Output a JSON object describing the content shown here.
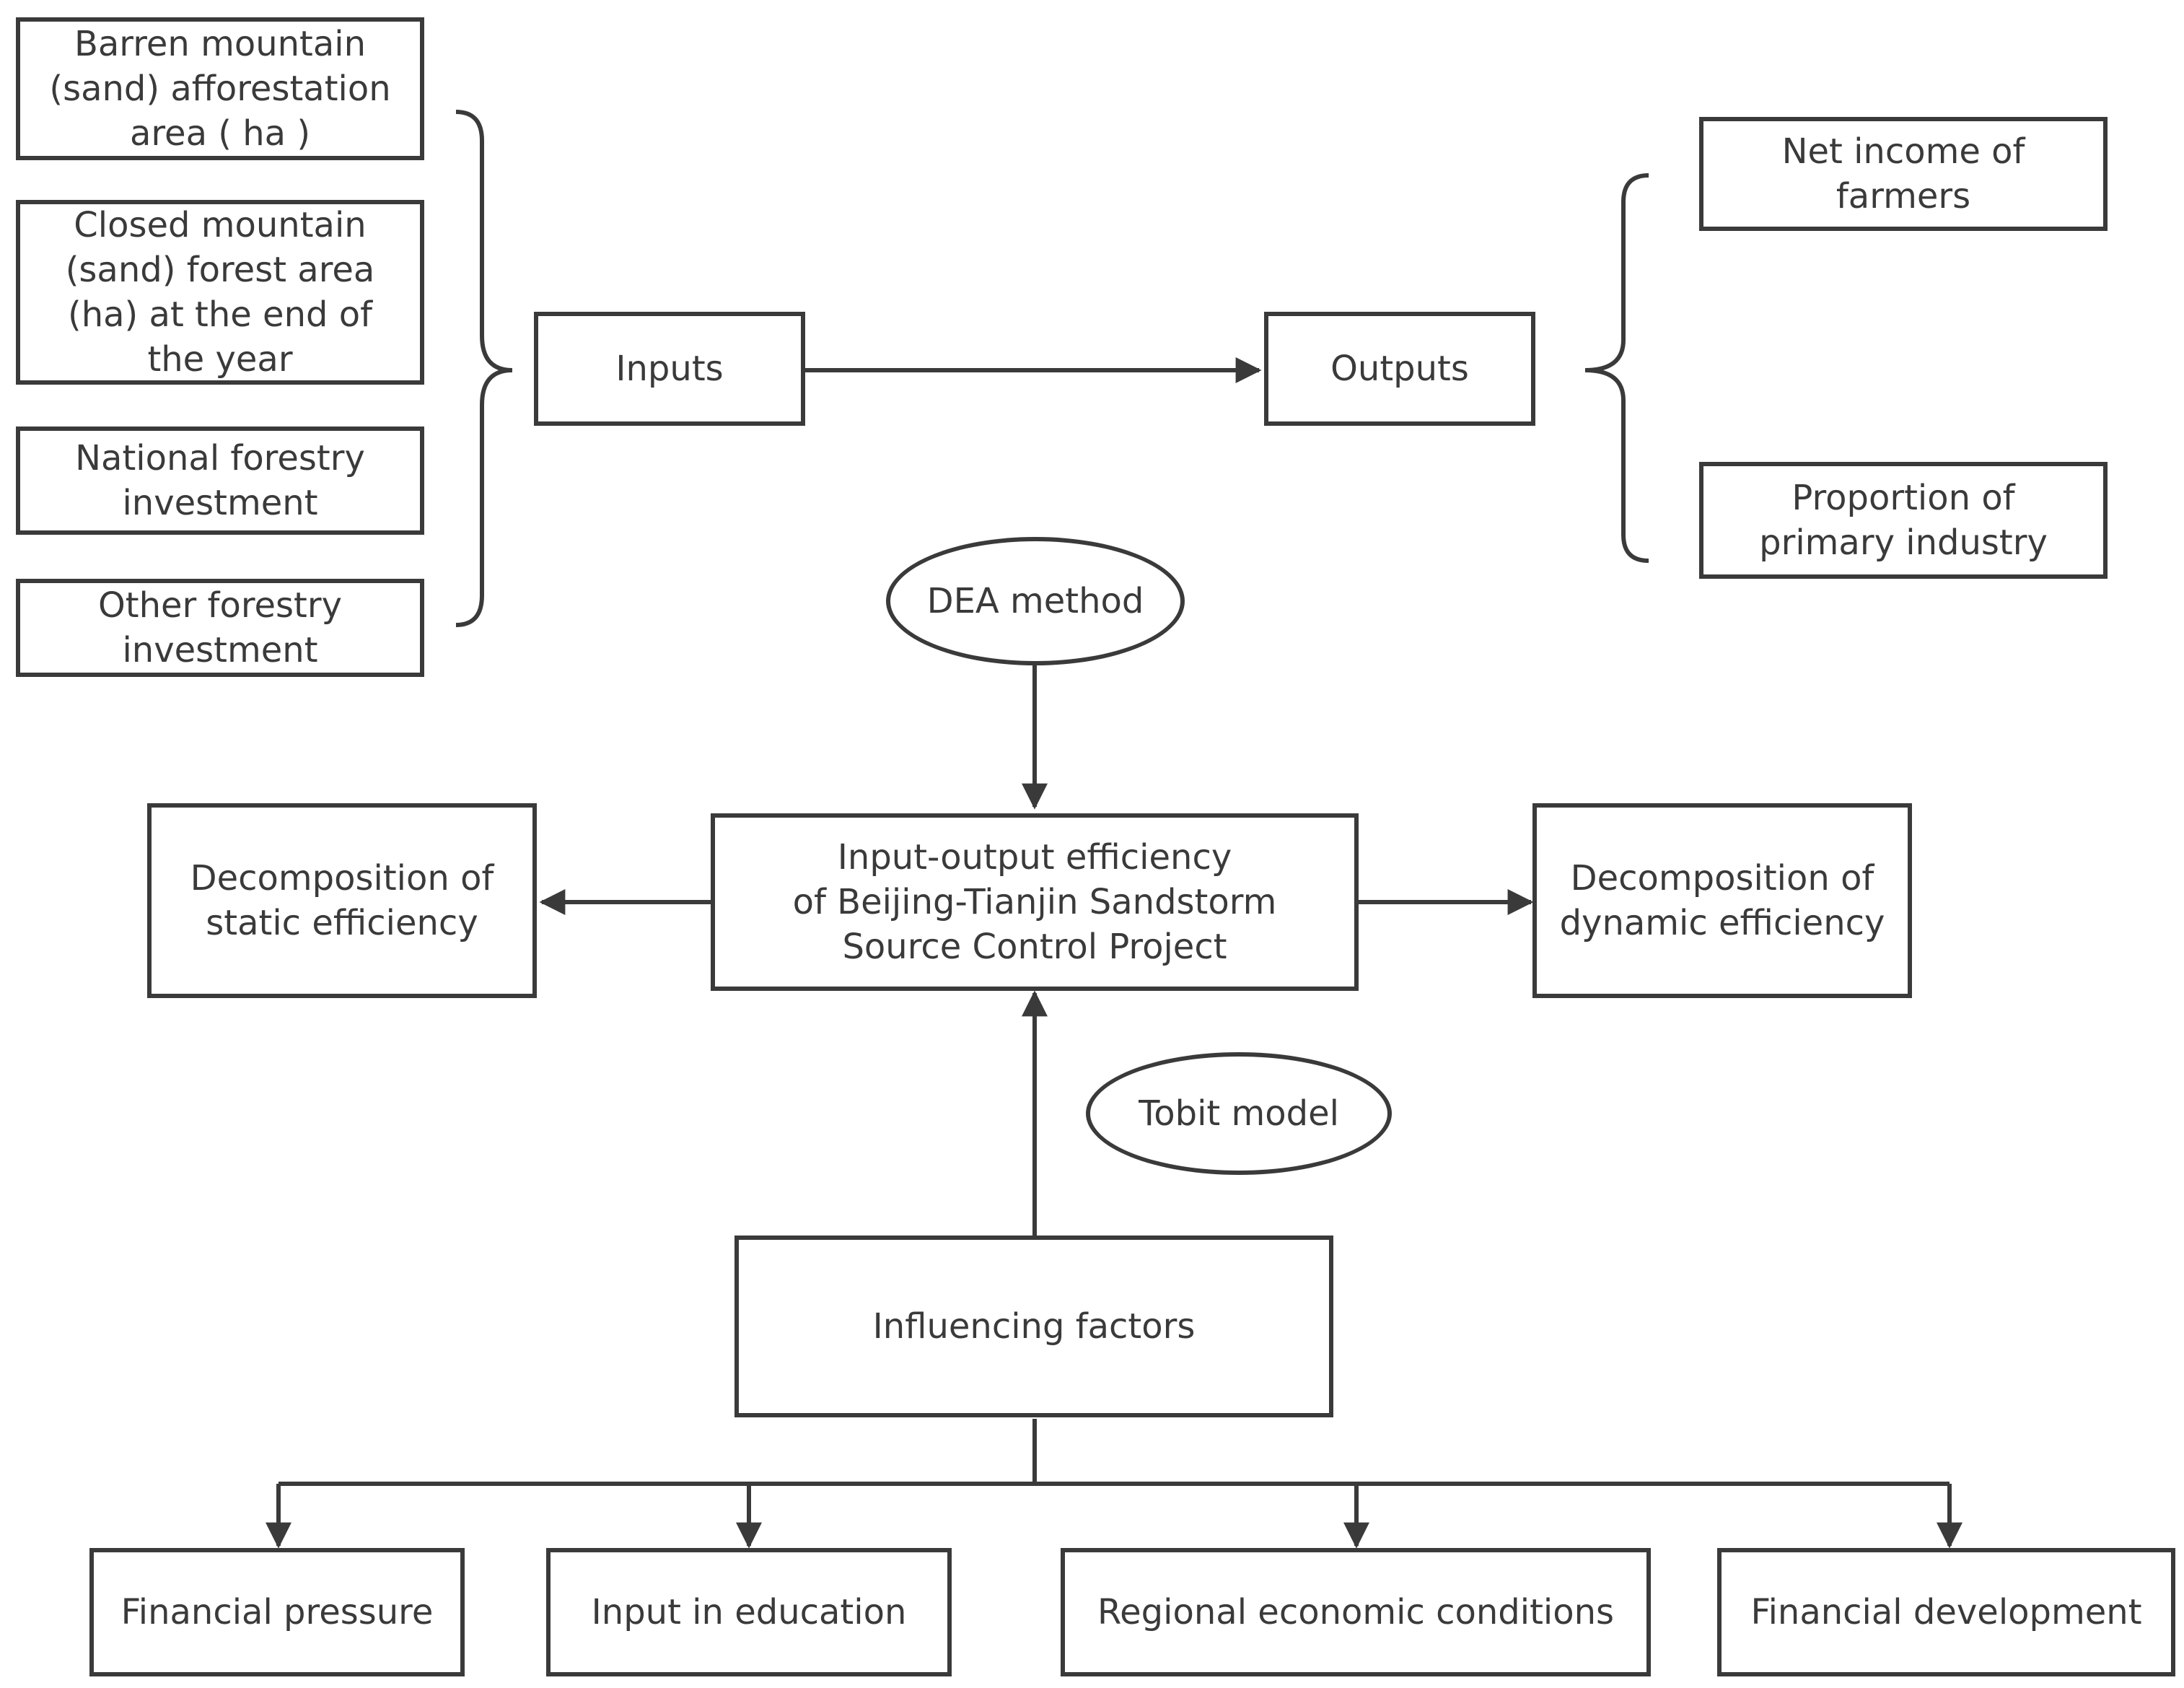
{
  "inputs": {
    "items": [
      "Barren mountain\n(sand) afforestation\narea ( ha )",
      "Closed mountain\n(sand) forest area\n(ha) at the end of\nthe year",
      "National forestry\ninvestment",
      "Other forestry\ninvestment"
    ],
    "label": "Inputs"
  },
  "outputs": {
    "label": "Outputs",
    "items": [
      "Net income of\nfarmers",
      "Proportion of\nprimary industry"
    ]
  },
  "dea_method": "DEA method",
  "efficiency": {
    "center": "Input-output efficiency\nof Beijing-Tianjin Sandstorm\nSource Control Project",
    "static": "Decomposition of\nstatic efficiency",
    "dynamic": "Decomposition of\ndynamic efficiency"
  },
  "tobit_model": "Tobit model",
  "influencing": {
    "label": "Influencing factors",
    "factors": [
      "Financial pressure",
      "Input in education",
      "Regional economic conditions",
      "Financial development"
    ]
  },
  "colors": {
    "stroke": "#3a3a3a",
    "background": "#ffffff"
  }
}
